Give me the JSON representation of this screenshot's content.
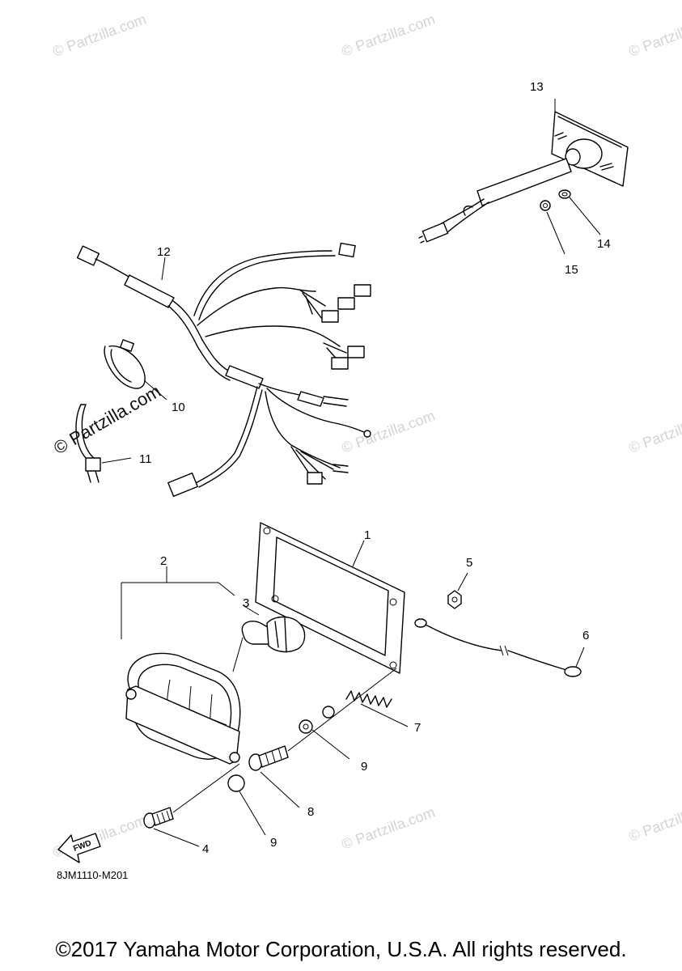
{
  "watermark": {
    "text": "© Partzilla.com",
    "color": "#d4d4d4"
  },
  "callouts": {
    "1": "1",
    "2": "2",
    "3": "3",
    "4": "4",
    "5": "5",
    "6": "6",
    "7": "7",
    "8": "8",
    "9a": "9",
    "9b": "9",
    "10": "10",
    "11": "11",
    "12": "12",
    "13": "13",
    "14": "14",
    "15": "15"
  },
  "fwd_label": "FWD",
  "diagram_code": "8JM1110-M201",
  "copyright": "©2017 Yamaha Motor Corporation, U.S.A. All rights reserved."
}
